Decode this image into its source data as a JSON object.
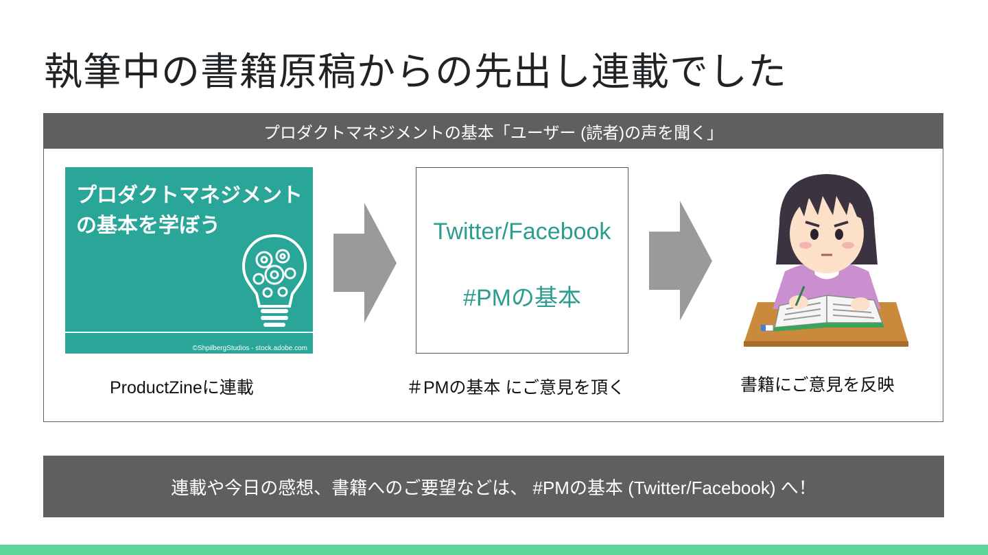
{
  "slide": {
    "title": "執筆中の書籍原稿からの先出し連載でした",
    "panel_header": "プロダクトマネジメントの基本「ユーザー (読者)の声を聞く」",
    "thumbnail": {
      "title": "プロダクトマネジメントの基本を学ぼう",
      "credit": "©ShpilbergStudios - stock.adobe.com"
    },
    "center_box": {
      "line1": "Twitter/Facebook",
      "line2": "#PMの基本"
    },
    "captions": {
      "left": "ProductZineに連載",
      "center": "＃PMの基本 にご意見を頂く",
      "right": "書籍にご意見を反映"
    },
    "bottom_bar": "連載や今日の感想、書籍へのご要望などは、 #PMの基本 (Twitter/Facebook) へ！",
    "colors": {
      "header_gray": "#5f5f5f",
      "teal": "#2aa699",
      "accent_text": "#2a9d8f",
      "footer_green": "#5fd49a",
      "arrow_gray": "#9a9a9a"
    },
    "icons": [
      "lightbulb-gears-icon",
      "right-arrow-icon",
      "studying-girl-illustration"
    ]
  }
}
